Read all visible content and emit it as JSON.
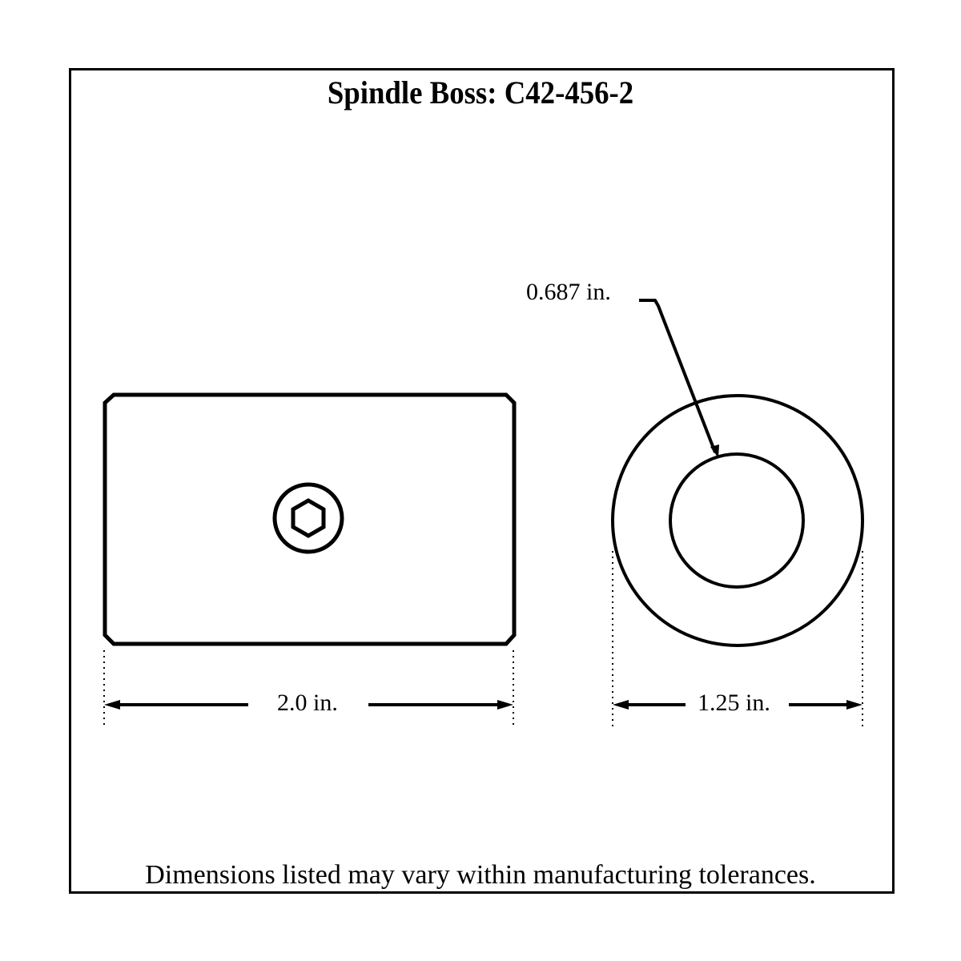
{
  "title": "Spindle Boss: C42-456-2",
  "side_view": {
    "length_label": "2.0 in.",
    "feature": "set-screw-hex-socket"
  },
  "end_view": {
    "outer_diameter_label": "1.25 in.",
    "inner_diameter_label": "0.687 in."
  },
  "footer_note": "Dimensions listed may vary within manufacturing tolerances.",
  "colors": {
    "line": "#000000",
    "background": "#ffffff"
  }
}
